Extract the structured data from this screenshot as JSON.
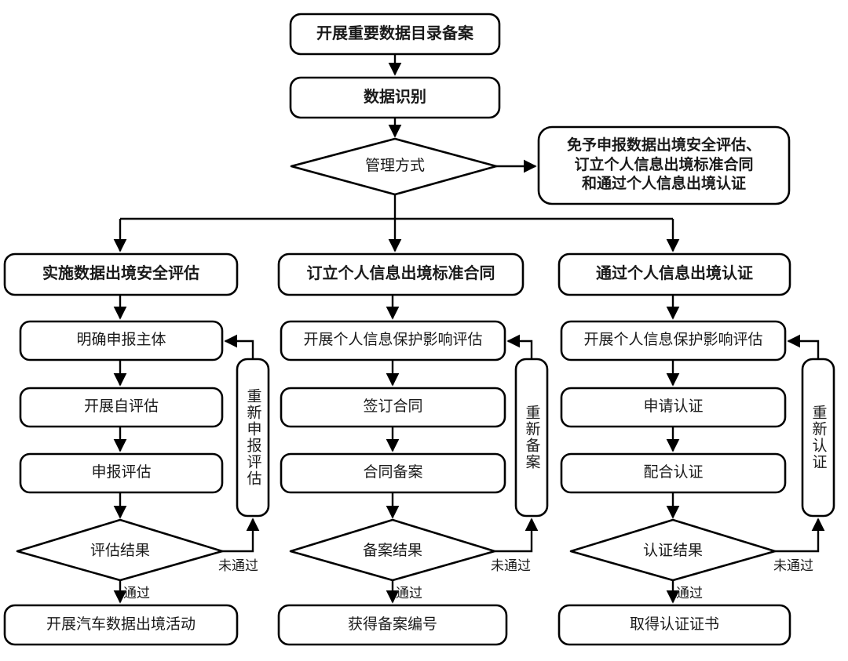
{
  "diagram": {
    "title_node": "开展重要数据目录备案",
    "nodes": {
      "start": "开展重要数据目录备案",
      "identify": "数据识别",
      "decision_mode": "管理方式",
      "exempt_note": "免予申报数据出境安全评估、\n订立个人信息出境标准合同\n和通过个人信息出境认证",
      "branch_a_head": "实施数据出境安全评估",
      "branch_b_head": "订立个人信息出境标准合同",
      "branch_c_head": "通过个人信息出境认证",
      "a1": "明确申报主体",
      "a2": "开展自评估",
      "a3": "申报评估",
      "a_decision": "评估结果",
      "a_end": "开展汽车数据出境活动",
      "a_loop": "重新申报评估",
      "b1": "开展个人信息保护影响评估",
      "b2": "签订合同",
      "b3": "合同备案",
      "b_decision": "备案结果",
      "b_end": "获得备案编号",
      "b_loop": "重新备案",
      "c1": "开展个人信息保护影响评估",
      "c2": "申请认证",
      "c3": "配合认证",
      "c_decision": "认证结果",
      "c_end": "取得认证证书",
      "c_loop": "重新认证"
    },
    "edge_labels": {
      "a_pass": "通过",
      "a_fail": "未通过",
      "b_pass": "通过",
      "b_fail": "未通过",
      "c_pass": "通过",
      "c_fail": "未通过"
    },
    "colors": {
      "stroke": "#000000",
      "text": "#1a1a1a",
      "background": "#ffffff"
    }
  }
}
